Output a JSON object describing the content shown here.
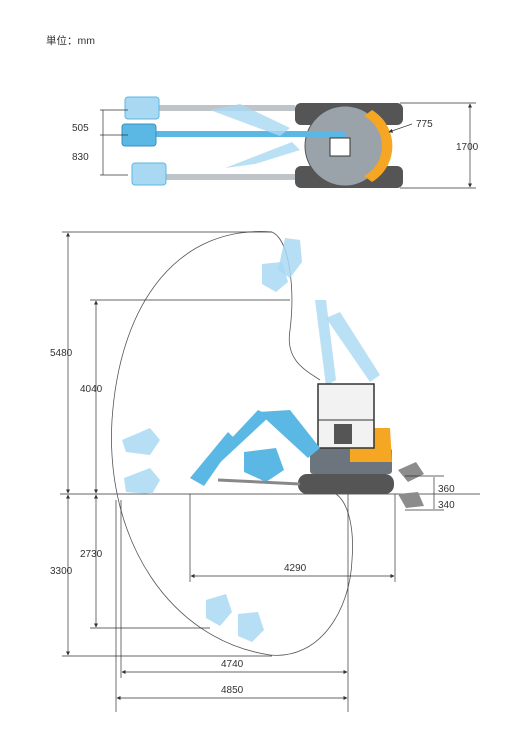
{
  "unit_label": "単位：mm",
  "top_view": {
    "dims": {
      "offset_left": "505",
      "offset_right": "830",
      "tail_swing": "775",
      "overall_width": "1700"
    }
  },
  "side_view": {
    "dims": {
      "max_dig_height": "5480",
      "max_dump_height": "4040",
      "max_dig_depth": "3300",
      "max_vertical_wall_depth": "2730",
      "min_swing_radius": "4290",
      "max_reach_ground": "4740",
      "max_reach": "4850",
      "blade_lift": "360",
      "blade_drop": "340"
    }
  },
  "colors": {
    "machine_blue": "#5bb8e4",
    "machine_blue_light": "#a9d8f2",
    "cab_yellow": "#f5a623",
    "track_dark": "#555555",
    "line": "#333333"
  }
}
